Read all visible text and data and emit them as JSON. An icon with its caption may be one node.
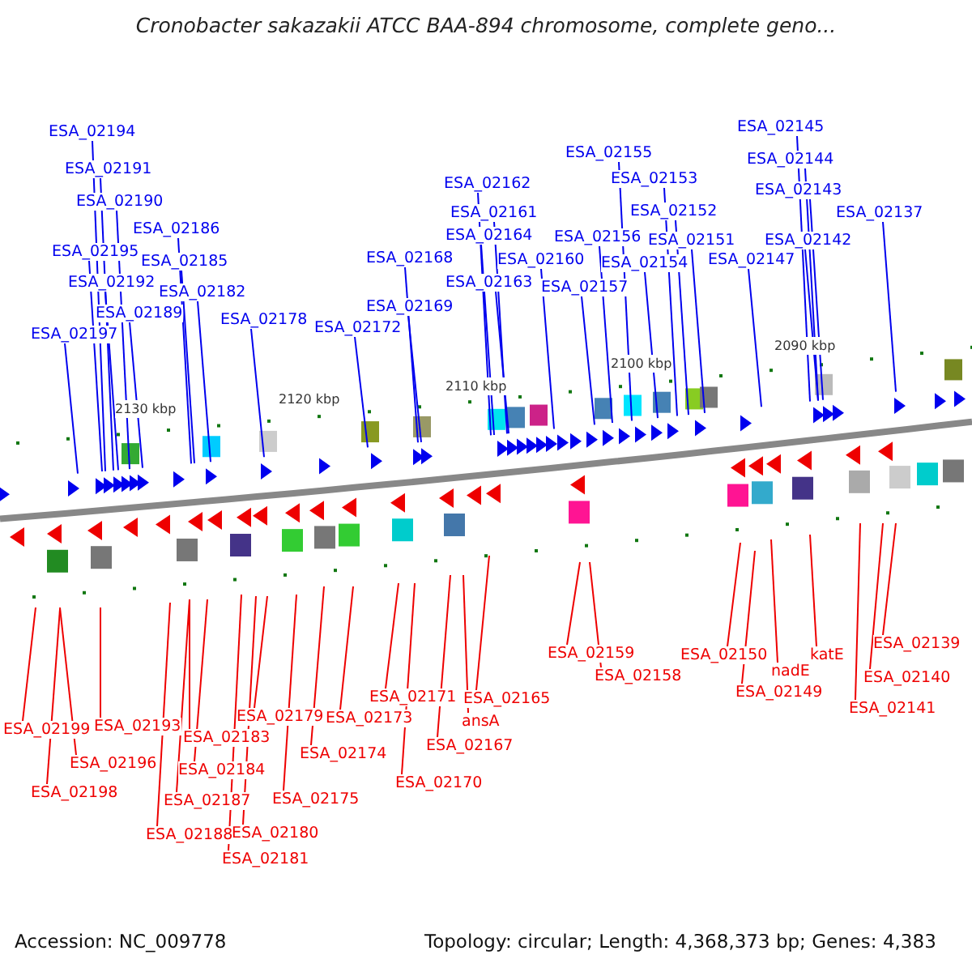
{
  "diagram": {
    "title": "Cronobacter sakazakii ATCC BAA-894 chromosome, complete geno...",
    "nodes": [
      {
        "text": [
          "ESA_02194"
        ]
      },
      {
        "text": [
          "ESA_02191"
        ]
      },
      {
        "text": [
          "ESA_02190"
        ]
      },
      {
        "text": [
          "ESA_02186"
        ]
      },
      {
        "text": [
          "ESA_02195"
        ]
      },
      {
        "text": [
          "ESA_02185"
        ]
      },
      {
        "text": [
          "ESA_02192"
        ]
      },
      {
        "text": [
          "ESA_02182"
        ]
      },
      {
        "text": [
          "ESA_02189"
        ]
      },
      {
        "text": [
          "ESA_02178"
        ]
      },
      {
        "text": [
          "ESA_02197"
        ]
      },
      {
        "text": [
          "ESA_02172"
        ]
      },
      {
        "text": [
          "ESA_02168"
        ]
      },
      {
        "text": [
          "ESA_02169"
        ]
      },
      {
        "text": [
          "ESA_02162"
        ]
      },
      {
        "text": [
          "ESA_02161"
        ]
      },
      {
        "text": [
          "ESA_02164"
        ]
      },
      {
        "text": [
          "ESA_02160"
        ]
      },
      {
        "text": [
          "ESA_02163"
        ]
      },
      {
        "text": [
          "ESA_02157"
        ]
      },
      {
        "text": [
          "ESA_02156"
        ]
      },
      {
        "text": [
          "ESA_02155"
        ]
      },
      {
        "text": [
          "ESA_02153"
        ]
      },
      {
        "text": [
          "ESA_02152"
        ]
      },
      {
        "text": [
          "ESA_02154"
        ]
      },
      {
        "text": [
          "ESA_02151"
        ]
      },
      {
        "text": [
          "ESA_02147"
        ]
      },
      {
        "text": [
          "ESA_02145"
        ]
      },
      {
        "text": [
          "ESA_02144"
        ]
      },
      {
        "text": [
          "ESA_02143"
        ]
      },
      {
        "text": [
          "ESA_02142"
        ]
      },
      {
        "text": [
          "ESA_02137"
        ]
      },
      {
        "text": [
          "ESA_02199"
        ]
      },
      {
        "text": [
          "ESA_02196"
        ]
      },
      {
        "text": [
          "ESA_02198"
        ]
      },
      {
        "text": [
          "ESA_02193"
        ]
      },
      {
        "text": [
          "ESA_02183"
        ]
      },
      {
        "text": [
          "ESA_02184"
        ]
      },
      {
        "text": [
          "ESA_02187"
        ]
      },
      {
        "text": [
          "ESA_02188"
        ]
      },
      {
        "text": [
          "ESA_02179"
        ]
      },
      {
        "text": [
          "ESA_02180"
        ]
      },
      {
        "text": [
          "ESA_02181"
        ]
      },
      {
        "text": [
          "ESA_02175"
        ]
      },
      {
        "text": [
          "ESA_02174"
        ]
      },
      {
        "text": [
          "ESA_02173"
        ]
      },
      {
        "text": [
          "ESA_02171"
        ]
      },
      {
        "text": [
          "ESA_02170"
        ]
      },
      {
        "text": [
          "ESA_02167"
        ]
      },
      {
        "text": [
          "ansA"
        ]
      },
      {
        "text": [
          "ESA_02165"
        ]
      },
      {
        "text": [
          "ESA_02159"
        ]
      },
      {
        "text": [
          "ESA_02158"
        ]
      },
      {
        "text": [
          "ESA_02150"
        ]
      },
      {
        "text": [
          "ESA_02149"
        ]
      },
      {
        "text": [
          "nadE"
        ]
      },
      {
        "text": [
          "katE"
        ]
      },
      {
        "text": [
          "ESA_02141"
        ]
      },
      {
        "text": [
          "ESA_02140"
        ]
      },
      {
        "text": [
          "ESA_02139"
        ]
      }
    ],
    "edges": [
      {
        "from": 0,
        "to": null,
        "arrow": "none"
      },
      {
        "from": 1,
        "to": null,
        "arrow": "none"
      },
      {
        "from": 2,
        "to": null,
        "arrow": "none"
      },
      {
        "from": 3,
        "to": null,
        "arrow": "none"
      },
      {
        "from": 4,
        "to": null,
        "arrow": "none"
      },
      {
        "from": 5,
        "to": null,
        "arrow": "none"
      },
      {
        "from": 6,
        "to": null,
        "arrow": "none"
      },
      {
        "from": 7,
        "to": null,
        "arrow": "none"
      },
      {
        "from": 8,
        "to": null,
        "arrow": "none"
      },
      {
        "from": 9,
        "to": null,
        "arrow": "none"
      },
      {
        "from": 10,
        "to": null,
        "arrow": "none"
      },
      {
        "from": 11,
        "to": null,
        "arrow": "none"
      },
      {
        "from": 12,
        "to": null,
        "arrow": "none"
      },
      {
        "from": 13,
        "to": null,
        "arrow": "none"
      },
      {
        "from": 14,
        "to": null,
        "arrow": "none"
      },
      {
        "from": 15,
        "to": null,
        "arrow": "none"
      },
      {
        "from": 16,
        "to": null,
        "arrow": "none"
      },
      {
        "from": 17,
        "to": null,
        "arrow": "none"
      },
      {
        "from": 18,
        "to": null,
        "arrow": "none"
      },
      {
        "from": 19,
        "to": null,
        "arrow": "none"
      },
      {
        "from": 20,
        "to": null,
        "arrow": "none"
      },
      {
        "from": 21,
        "to": null,
        "arrow": "none"
      },
      {
        "from": 22,
        "to": null,
        "arrow": "none"
      },
      {
        "from": 23,
        "to": null,
        "arrow": "none"
      },
      {
        "from": 24,
        "to": null,
        "arrow": "none"
      },
      {
        "from": 25,
        "to": null,
        "arrow": "none"
      },
      {
        "from": 26,
        "to": null,
        "arrow": "none"
      },
      {
        "from": 27,
        "to": null,
        "arrow": "none"
      },
      {
        "from": 28,
        "to": null,
        "arrow": "none"
      },
      {
        "from": 29,
        "to": null,
        "arrow": "none"
      },
      {
        "from": 30,
        "to": null,
        "arrow": "none"
      },
      {
        "from": 31,
        "to": null,
        "arrow": "none"
      },
      {
        "from": 32,
        "to": null,
        "arrow": "none",
        "color": "#ee0000"
      },
      {
        "from": 33,
        "to": null,
        "arrow": "none",
        "color": "#ee0000"
      },
      {
        "from": 34,
        "to": null,
        "arrow": "none",
        "color": "#ee0000"
      },
      {
        "from": 35,
        "to": null,
        "arrow": "none",
        "color": "#ee0000"
      },
      {
        "from": 36,
        "to": null,
        "arrow": "none",
        "color": "#ee0000"
      },
      {
        "from": 37,
        "to": null,
        "arrow": "none",
        "color": "#ee0000"
      },
      {
        "from": 38,
        "to": null,
        "arrow": "none",
        "color": "#ee0000"
      },
      {
        "from": 39,
        "to": null,
        "arrow": "none",
        "color": "#ee0000"
      },
      {
        "from": 40,
        "to": null,
        "arrow": "none",
        "color": "#ee0000"
      },
      {
        "from": 41,
        "to": null,
        "arrow": "none",
        "color": "#ee0000"
      },
      {
        "from": 42,
        "to": null,
        "arrow": "none",
        "color": "#ee0000"
      },
      {
        "from": 43,
        "to": null,
        "arrow": "none",
        "color": "#ee0000"
      },
      {
        "from": 44,
        "to": null,
        "arrow": "none",
        "color": "#ee0000"
      },
      {
        "from": 45,
        "to": null,
        "arrow": "none",
        "color": "#ee0000"
      },
      {
        "from": 46,
        "to": null,
        "arrow": "none",
        "color": "#ee0000"
      },
      {
        "from": 47,
        "to": null,
        "arrow": "none",
        "color": "#ee0000"
      },
      {
        "from": 48,
        "to": null,
        "arrow": "none",
        "color": "#ee0000"
      },
      {
        "from": 49,
        "to": null,
        "arrow": "none",
        "color": "#ee0000"
      },
      {
        "from": 50,
        "to": null,
        "arrow": "none",
        "color": "#ee0000"
      },
      {
        "from": 51,
        "to": null,
        "arrow": "none",
        "color": "#ee0000"
      },
      {
        "from": 52,
        "to": null,
        "arrow": "none",
        "color": "#ee0000"
      },
      {
        "from": 53,
        "to": null,
        "arrow": "none",
        "color": "#ee0000"
      },
      {
        "from": 54,
        "to": null,
        "arrow": "none",
        "color": "#ee0000"
      },
      {
        "from": 55,
        "to": null,
        "arrow": "none",
        "color": "#ee0000"
      },
      {
        "from": 56,
        "to": null,
        "arrow": "none",
        "color": "#ee0000"
      },
      {
        "from": 57,
        "to": null,
        "arrow": "none",
        "color": "#ee0000"
      },
      {
        "from": 58,
        "to": null,
        "arrow": "none",
        "color": "#ee0000"
      },
      {
        "from": 59,
        "to": null,
        "arrow": "none",
        "color": "#ee0000"
      }
    ],
    "labels": [
      "2130 kbp",
      "2120 kbp",
      "2110 kbp",
      "2100 kbp",
      "2090 kbp",
      "Accession: NC_009778",
      "Topology: circular; Length: 4,368,373 bp; Genes: 4,383"
    ]
  }
}
